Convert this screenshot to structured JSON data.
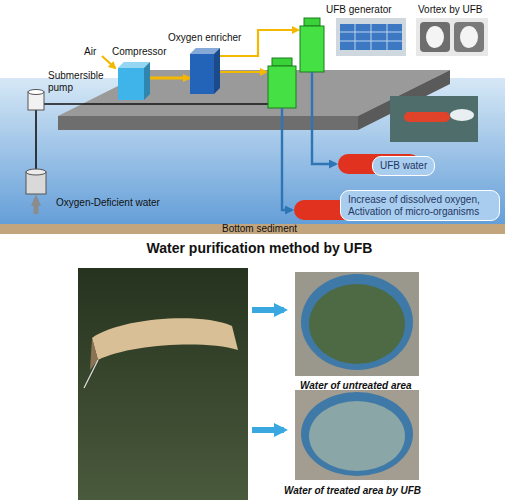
{
  "diagram": {
    "title": "Water purification method by UFB",
    "nodes": [
      {
        "text": [
          "Compressor"
        ]
      },
      {
        "text": [
          "Oxygen enricher"
        ]
      },
      {
        "text": [
          "Submersible pump"
        ]
      },
      {
        "text": [
          "UFB water"
        ]
      },
      {
        "text": [
          "Increase of dissolved oxygen, Activation of micro-organisms"
        ]
      }
    ],
    "edges": [
      {
        "from": 0,
        "to": 1,
        "arrow": "to"
      }
    ],
    "labels": [
      "Air",
      "UFB generator",
      "Vortex by UFB",
      "Oxygen-Deficient water",
      "Bottom sediment",
      "Water of untreated area",
      "Water of treated area by UFB"
    ]
  }
}
